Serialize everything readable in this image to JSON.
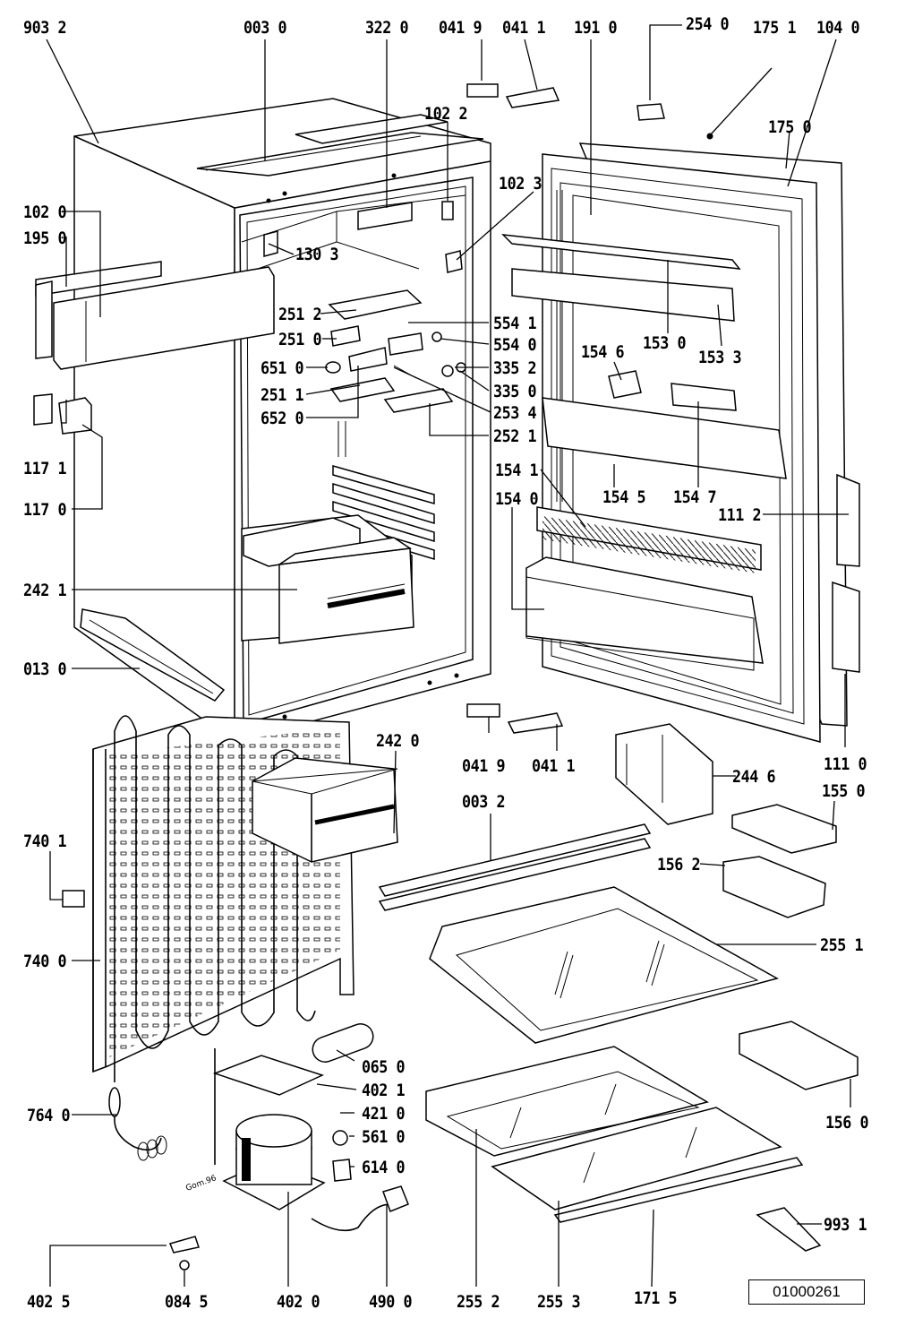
{
  "document": {
    "reference": "01000261",
    "signature": "Gom.96"
  },
  "labels": {
    "p9032": "903 2",
    "p0030": "003 0",
    "p3220": "322 0",
    "p0419a": "041 9",
    "p0411a": "041 1",
    "p1910": "191 0",
    "p2540": "254 0",
    "p1751": "175 1",
    "p1040": "104 0",
    "p1750": "175 0",
    "p1022": "102 2",
    "p1023": "102 3",
    "p1020": "102 0",
    "p1950": "195 0",
    "p1303": "130 3",
    "p2512": "251 2",
    "p5541": "554 1",
    "p2510": "251 0",
    "p5540": "554 0",
    "p6510": "651 0",
    "p3352": "335 2",
    "p2511": "251 1",
    "p3350": "335 0",
    "p6520": "652 0",
    "p2534": "253 4",
    "p2521": "252 1",
    "p1530": "153 0",
    "p1533": "153 3",
    "p1546": "154 6",
    "p1171": "117 1",
    "p1170": "117 0",
    "p1541": "154 1",
    "p1545": "154 5",
    "p1547": "154 7",
    "p1540": "154 0",
    "p1112": "111 2",
    "p2421": "242 1",
    "p0130": "013 0",
    "p2420": "242 0",
    "p0419b": "041 9",
    "p0411b": "041 1",
    "p1110": "111 0",
    "p2446": "244 6",
    "p1550": "155 0",
    "p0032": "003 2",
    "p7401": "740 1",
    "p1562": "156 2",
    "p7400": "740 0",
    "p2551": "255 1",
    "p0650": "065 0",
    "p4021": "402 1",
    "p1560": "156 0",
    "p7640": "764 0",
    "p4210": "421 0",
    "p5610": "561 0",
    "p6140": "614 0",
    "p9931": "993 1",
    "p4025": "402 5",
    "p0845": "084 5",
    "p4020": "402 0",
    "p4900": "490 0",
    "p2552": "255 2",
    "p2553": "255 3",
    "p1715": "171 5"
  }
}
